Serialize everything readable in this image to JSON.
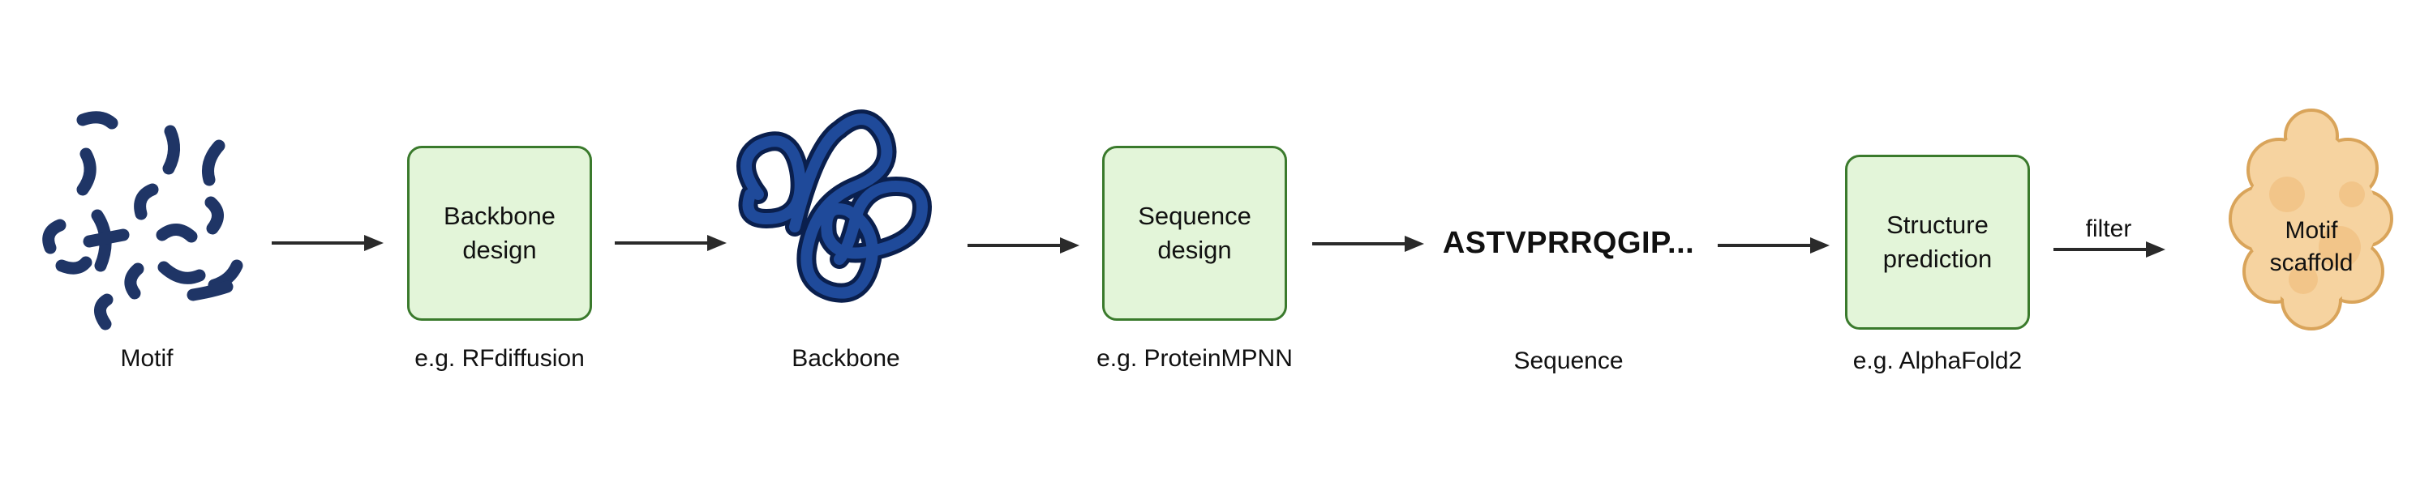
{
  "steps": {
    "motif_label": "Motif",
    "backbone_design": {
      "line1": "Backbone",
      "line2": "design",
      "example": "e.g. RFdiffusion"
    },
    "backbone_label": "Backbone",
    "sequence_design": {
      "line1": "Sequence",
      "line2": "design",
      "example": "e.g. ProteinMPNN"
    },
    "sequence_text": "ASTVPRRQGIP...",
    "sequence_label": "Sequence",
    "structure_prediction": {
      "line1": "Structure",
      "line2": "prediction",
      "example": "e.g. AlphaFold2"
    },
    "filter_label": "filter",
    "output": {
      "line1": "Motif",
      "line2": "scaffold"
    }
  },
  "colors": {
    "box_fill": "#e3f5d9",
    "box_border": "#3a7a2c",
    "protein_dark": "#1f3566",
    "protein_backbone": "#0f2f6e",
    "scaffold_fill": "#f6d3a0",
    "scaffold_outline": "#d9a45a",
    "arrow": "#2a2a2a"
  },
  "icons": [
    "motif-fragments-icon",
    "backbone-ribbon-icon",
    "scaffold-blob-icon"
  ]
}
